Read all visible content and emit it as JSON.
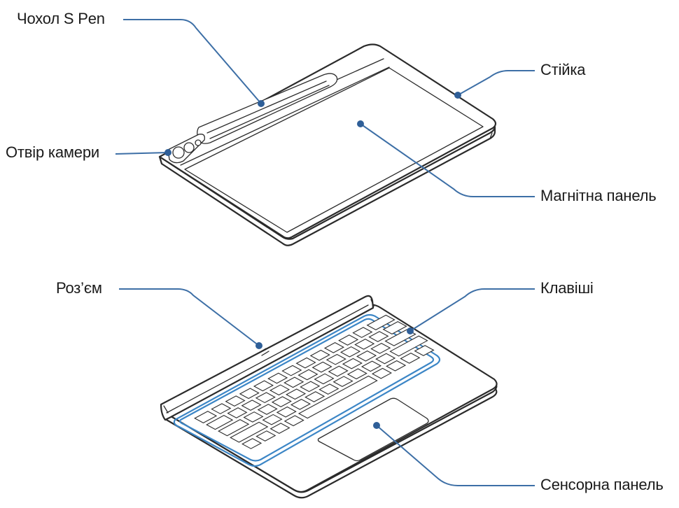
{
  "labels": {
    "s_pen_holder": "Чохол S Pen",
    "stand": "Стійка",
    "camera_opening": "Отвір камери",
    "magnetic_panel": "Магнітна панель",
    "connector": "Роз’єм",
    "keys": "Клавіші",
    "touchpad": "Сенсорна панель"
  },
  "colors": {
    "leader_line": "#3d6fa6",
    "leader_dot": "#2f5f98",
    "key_area_outline": "#3c86c6",
    "drawing_line": "#2b2b2b"
  }
}
